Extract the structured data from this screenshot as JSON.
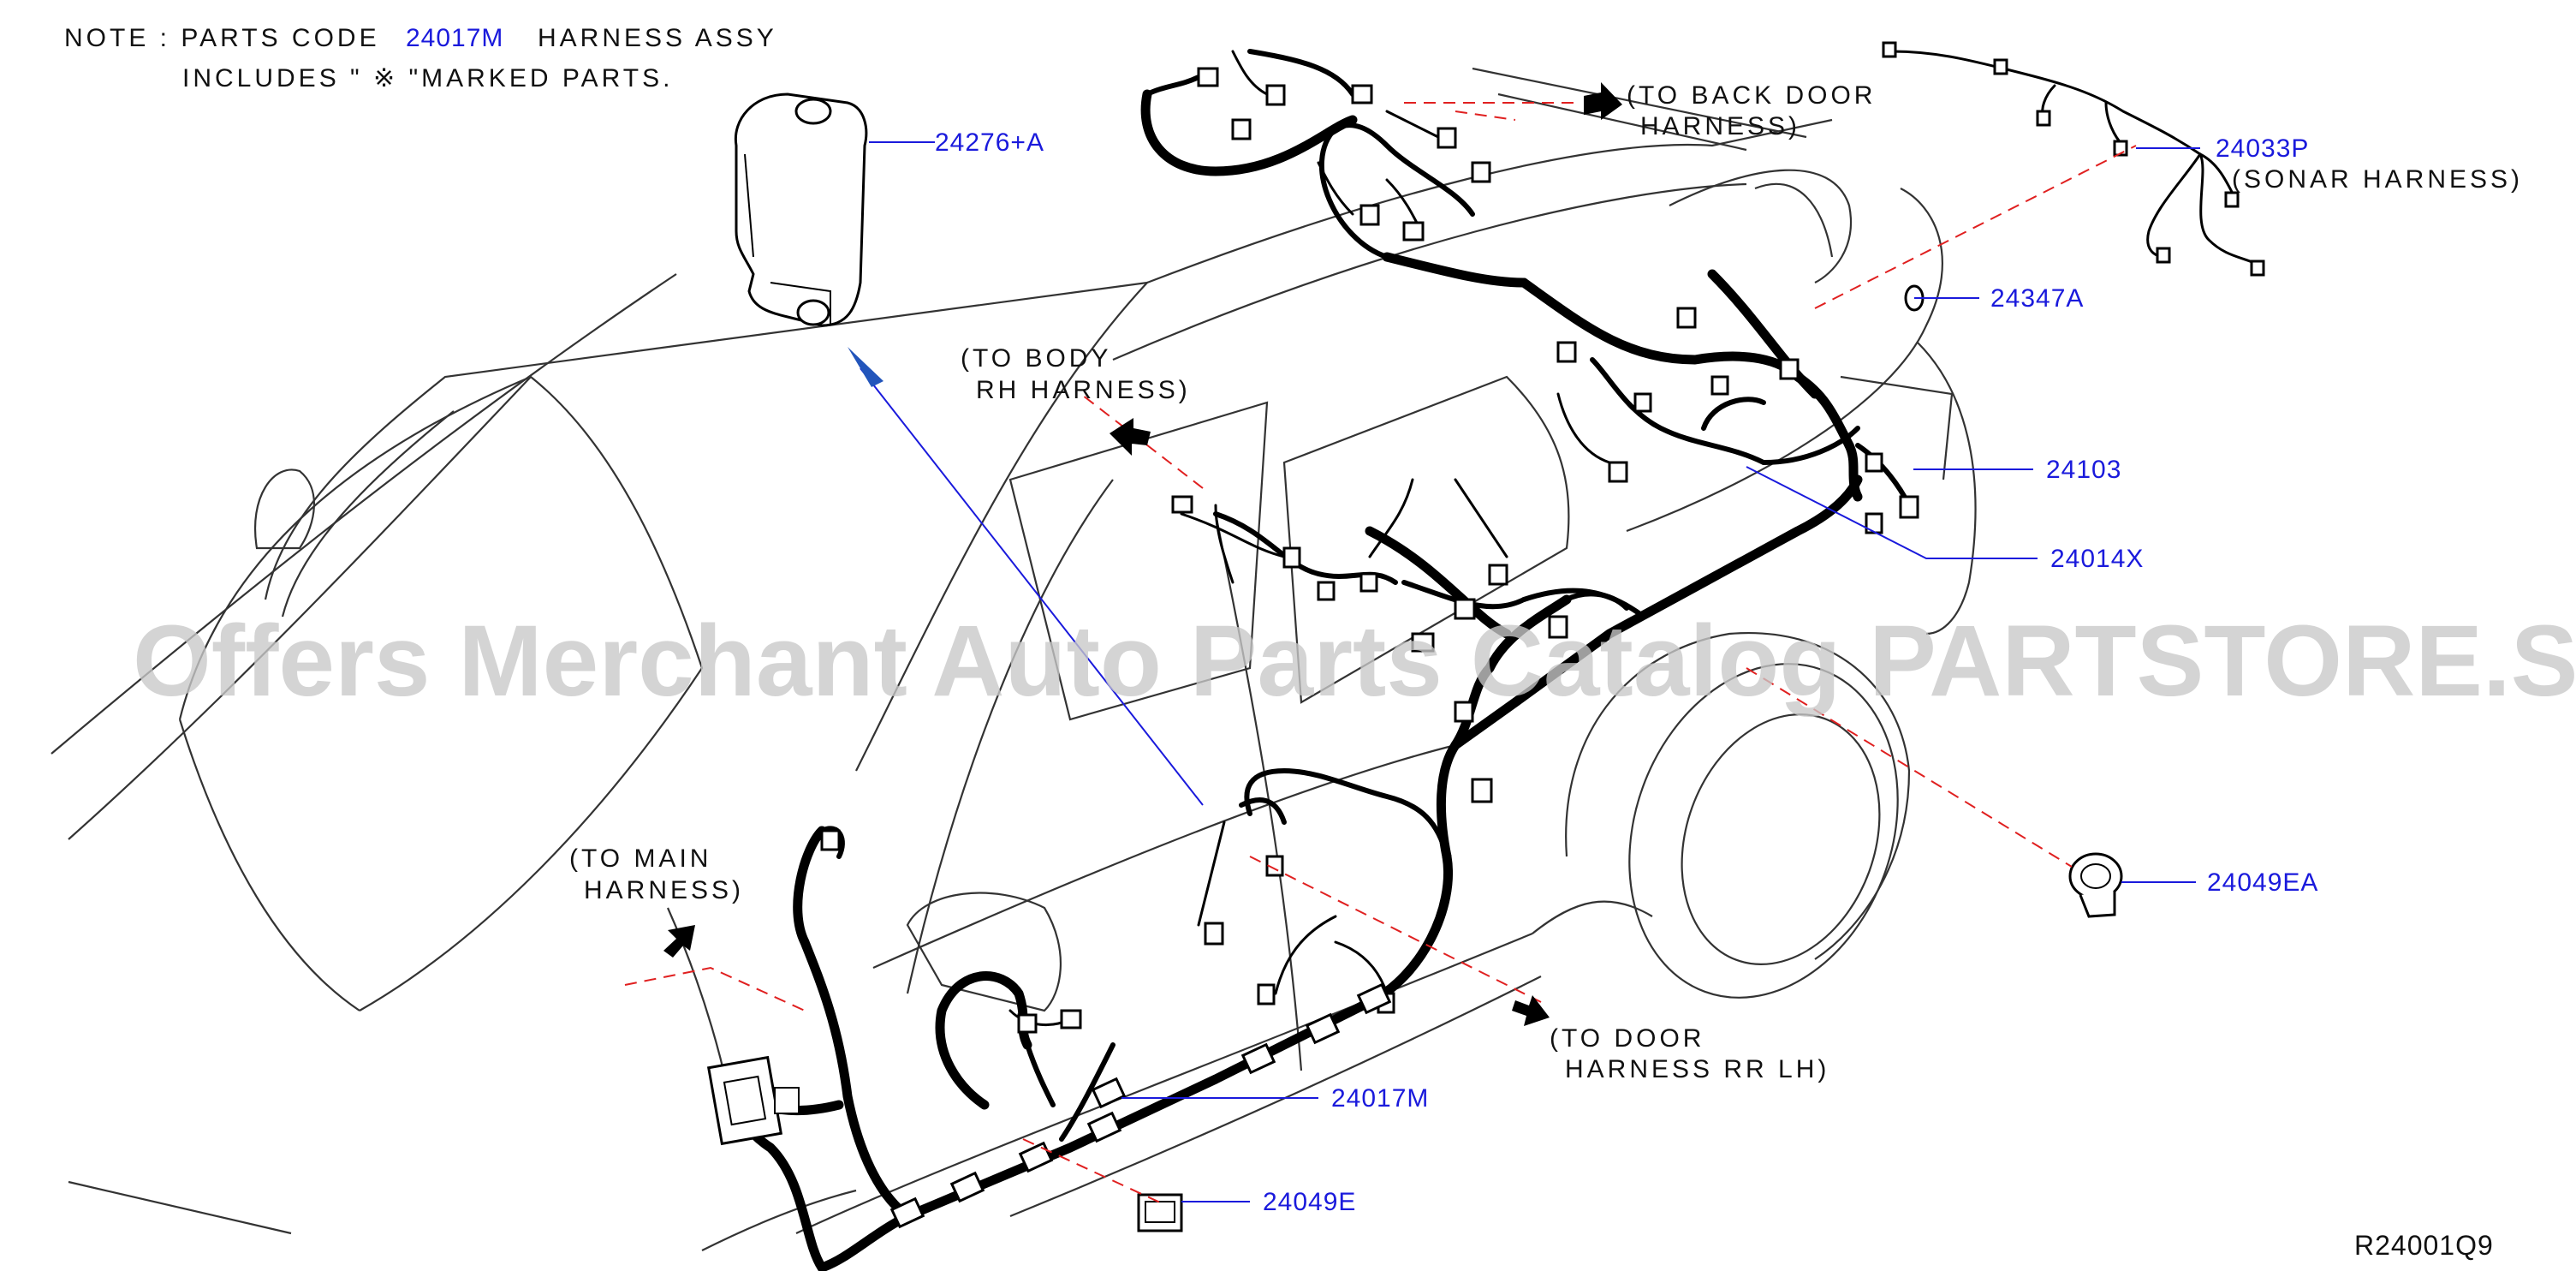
{
  "note": {
    "line1_prefix": "NOTE  :  PARTS   CODE",
    "code": "24017M",
    "line1_suffix": "HARNESS   ASSY",
    "line2": "INCLUDES  \" ※      \"MARKED   PARTS."
  },
  "destinations": {
    "back_door_1": "(TO   BACK   DOOR",
    "back_door_2": "HARNESS)",
    "body_rh_1": "(TO   BODY",
    "body_rh_2": "RH   HARNESS)",
    "main_1": "(TO   MAIN",
    "main_2": "HARNESS)",
    "door_rr_lh_1": "(TO   DOOR",
    "door_rr_lh_2": "HARNESS   RR   LH)"
  },
  "parts": {
    "p24276A": "24276+A",
    "p24033P": "24033P",
    "sonar": "(SONAR   HARNESS)",
    "p24347A": "24347A",
    "p24103": "24103",
    "p24014X": "24014X",
    "p24049EA": "24049EA",
    "p24017M": "24017M",
    "p24049E": "24049E"
  },
  "watermark": "Offers Merchant Auto Parts Catalog PARTSTORE.SA",
  "diagram_ref": "R24001Q9",
  "colors": {
    "part_number": "#1a1adc",
    "leader_line": "#1a1adc",
    "dashed_callout": "#e02020",
    "harness": "#000000",
    "watermark": "#c9c9c9"
  }
}
